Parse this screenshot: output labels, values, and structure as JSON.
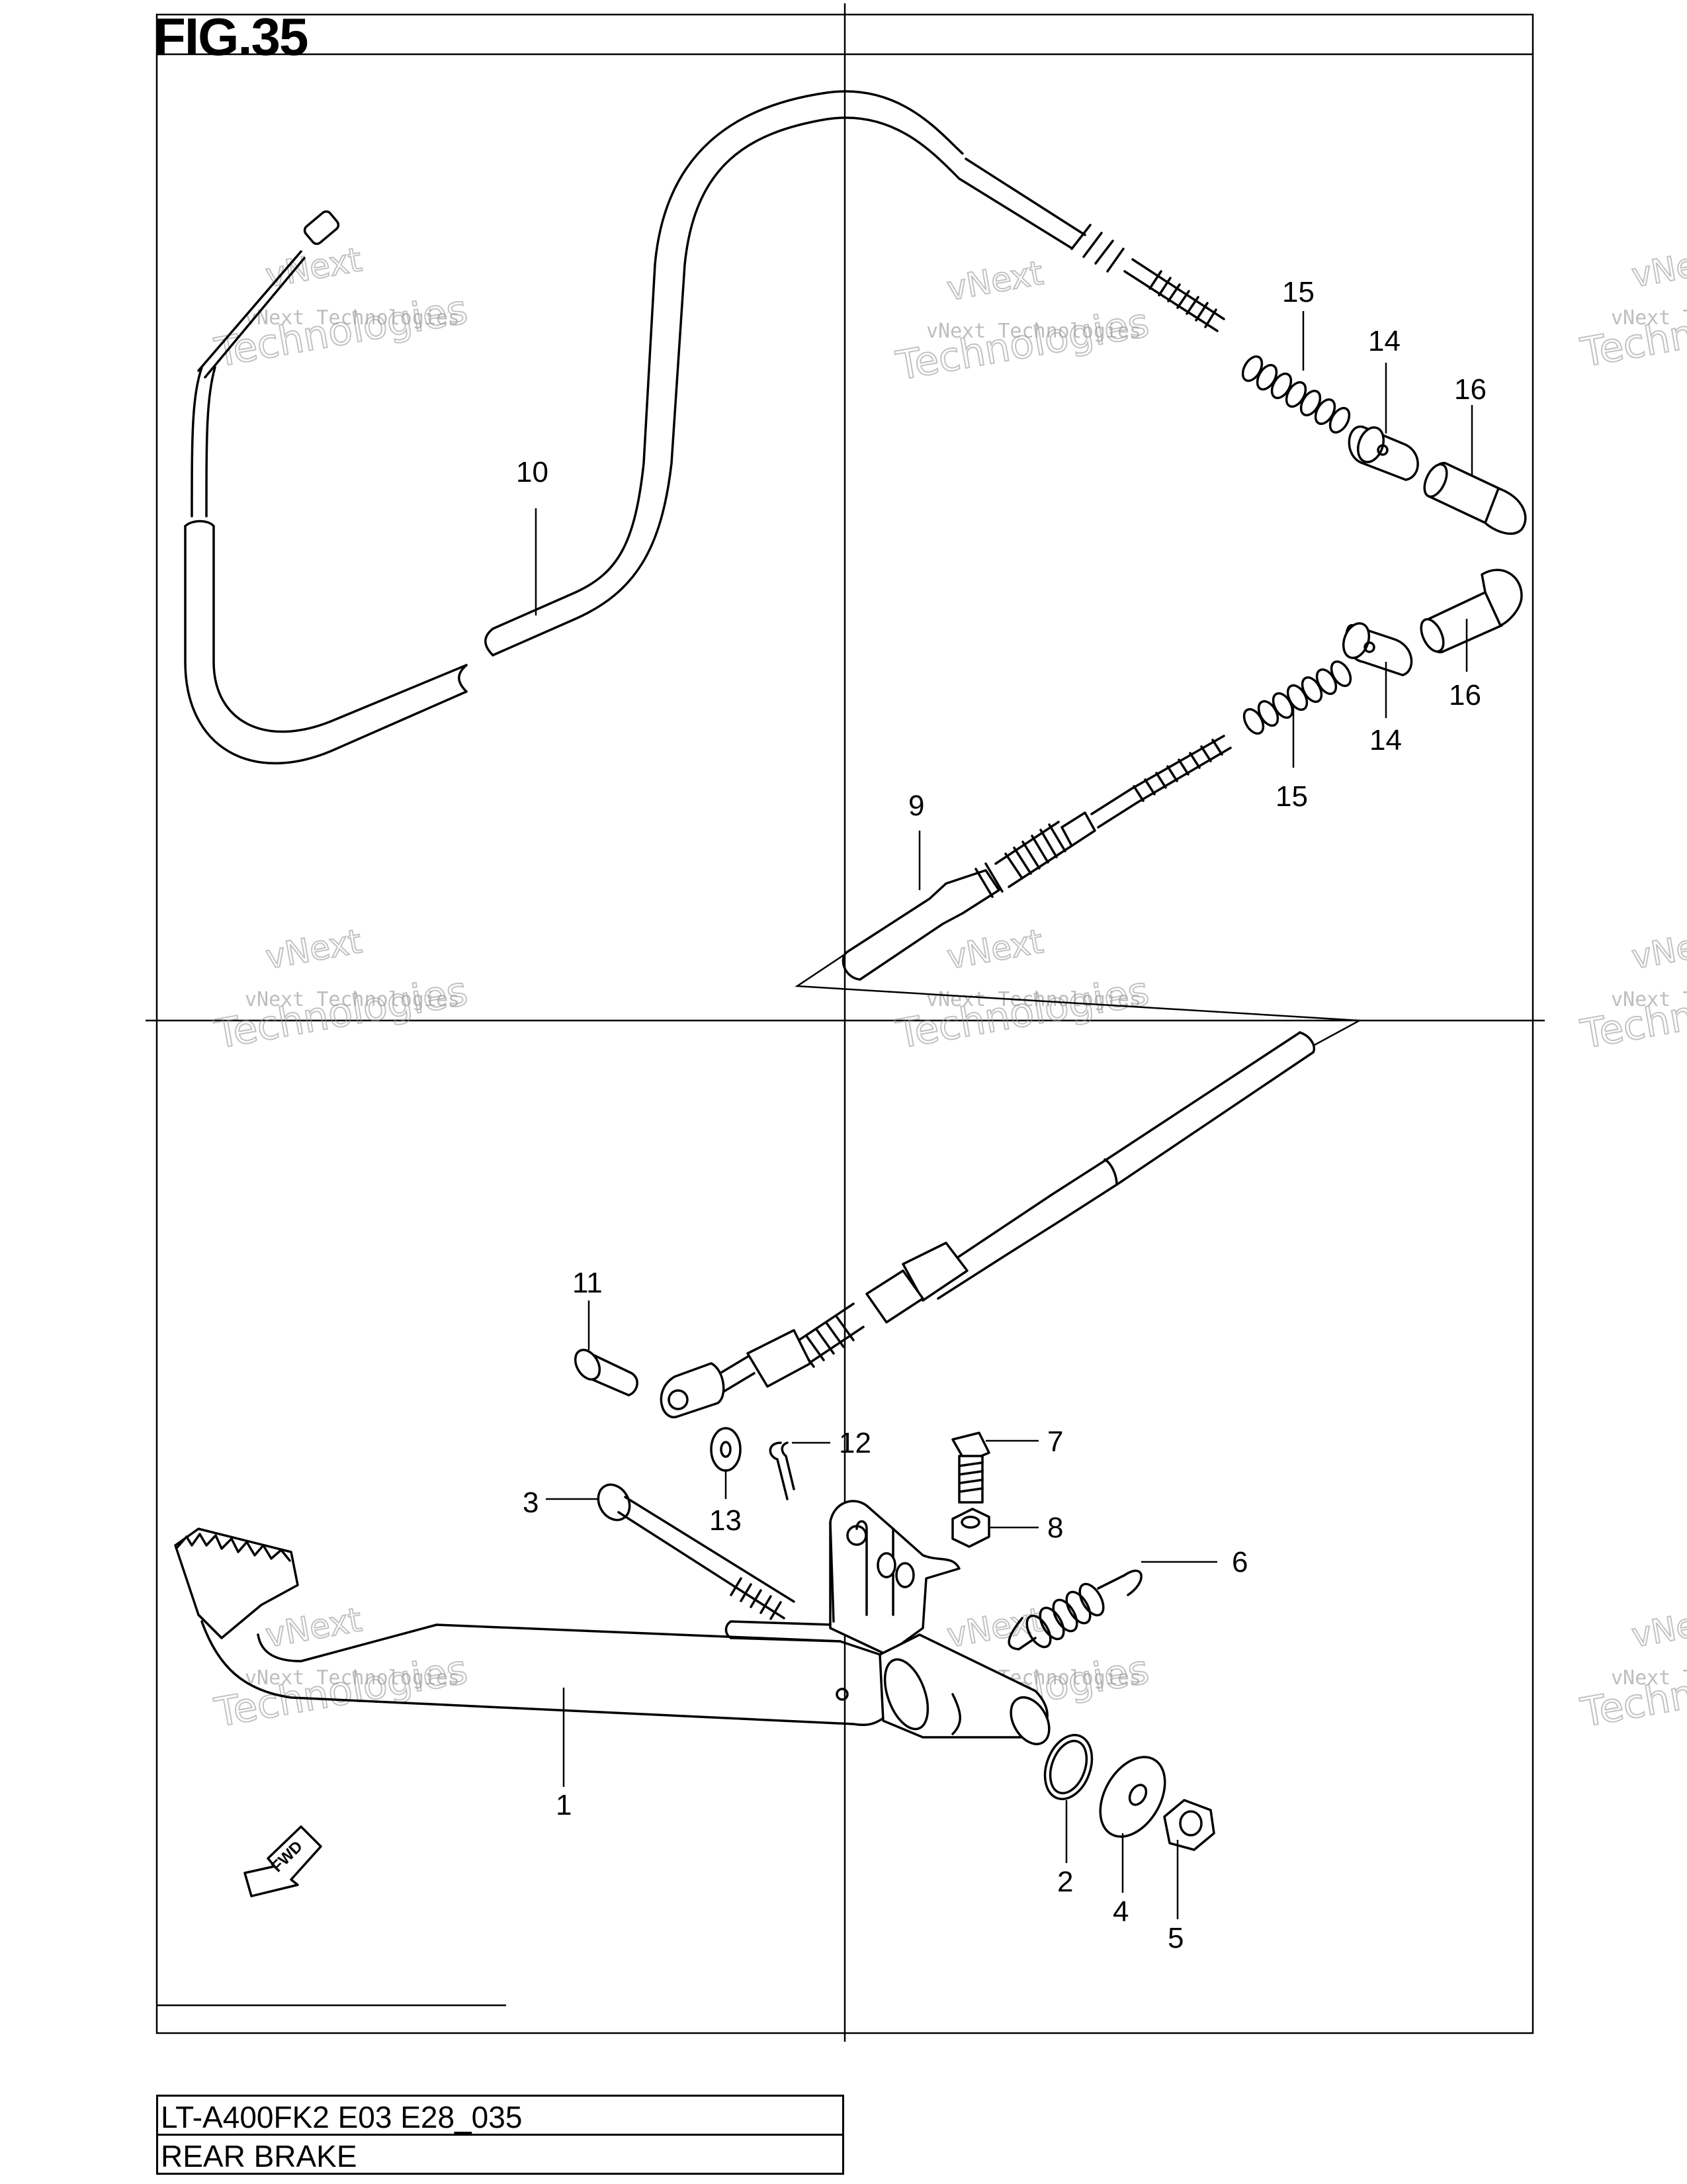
{
  "figure": {
    "title": "FIG.35"
  },
  "title_block": {
    "model_code": "LT-A400FK2 E03 E28_035",
    "section_name": "REAR BRAKE"
  },
  "callouts": [
    {
      "id": "c1",
      "label": "1"
    },
    {
      "id": "c2",
      "label": "2"
    },
    {
      "id": "c3",
      "label": "3"
    },
    {
      "id": "c4",
      "label": "4"
    },
    {
      "id": "c5",
      "label": "5"
    },
    {
      "id": "c6",
      "label": "6"
    },
    {
      "id": "c7",
      "label": "7"
    },
    {
      "id": "c8",
      "label": "8"
    },
    {
      "id": "c9",
      "label": "9"
    },
    {
      "id": "c10",
      "label": "10"
    },
    {
      "id": "c11",
      "label": "11"
    },
    {
      "id": "c12",
      "label": "12"
    },
    {
      "id": "c13",
      "label": "13"
    },
    {
      "id": "c14a",
      "label": "14"
    },
    {
      "id": "c14b",
      "label": "14"
    },
    {
      "id": "c15a",
      "label": "15"
    },
    {
      "id": "c15b",
      "label": "15"
    },
    {
      "id": "c16a",
      "label": "16"
    },
    {
      "id": "c16b",
      "label": "16"
    }
  ],
  "direction_marker": {
    "label": "FWD"
  },
  "watermark": {
    "line1": "vNext",
    "line2": "vNext Technologies",
    "line3": "Technologies"
  }
}
